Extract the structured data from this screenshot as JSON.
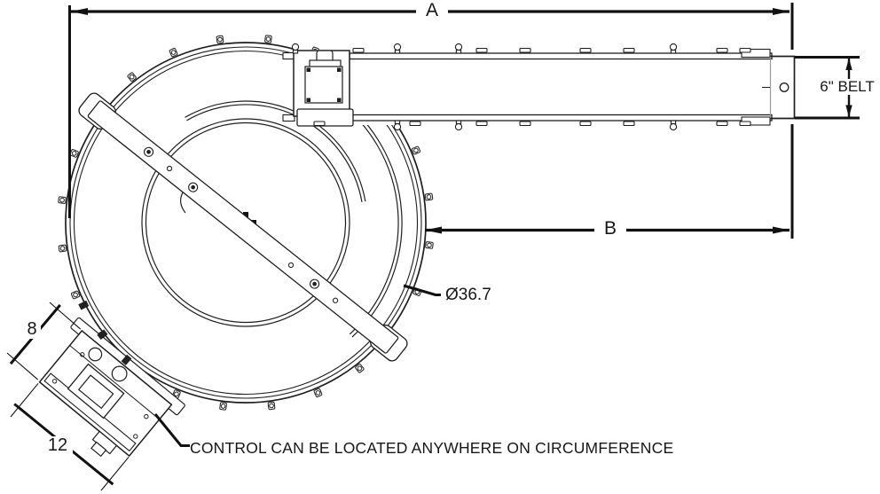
{
  "labels": {
    "dim_a": "A",
    "dim_b": "B",
    "belt_width": "6\" BELT",
    "bowl_diameter": "Ø36.7",
    "control_width": "8",
    "control_length": "12",
    "control_note": "CONTROL CAN BE LOCATED ANYWHERE ON CIRCUMFERENCE"
  },
  "colors": {
    "line": "#1b1b1b",
    "background": "#ffffff"
  }
}
